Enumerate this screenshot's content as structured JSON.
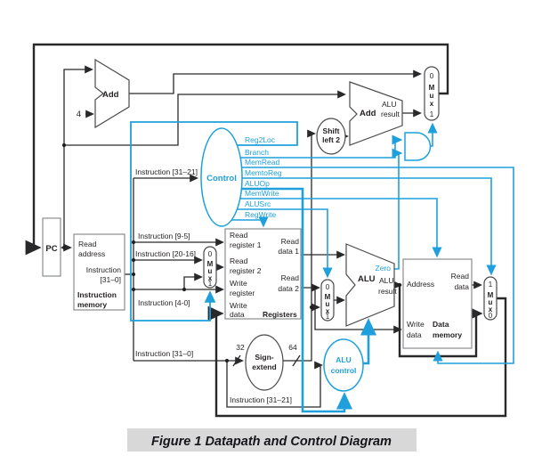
{
  "colors": {
    "signal_blue": "#1FA0DC",
    "wire_black": "#29292B",
    "box_gray": "#8A8C8E",
    "caption_bg": "#D8D8D8"
  },
  "caption": "Figure 1 Datapath and Control Diagram",
  "pc": "PC",
  "const_four": "4",
  "adders": {
    "pc4": "Add",
    "branch": "Add",
    "branch_out_1": "ALU",
    "branch_out_2": "result"
  },
  "shift_left_2": {
    "line1": "Shift",
    "line2": "left 2"
  },
  "instruction_memory": {
    "read_1": "Read",
    "read_2": "address",
    "out_1": "Instruction",
    "out_2": "[31–0]",
    "name_1": "Instruction",
    "name_2": "memory"
  },
  "control_unit": {
    "name": "Control",
    "signals": [
      "Reg2Loc",
      "Branch",
      "MemRead",
      "MemtoReg",
      "ALUOp",
      "MemWrite",
      "ALUSrc",
      "RegWrite"
    ]
  },
  "instruction_labels": {
    "to_control": "Instruction [31–21]",
    "bits_9_5": "Instruction [9-5]",
    "bits_20_16": "Instruction [20-16]",
    "bits_4_0": "Instruction [4-0]",
    "bits_31_0": "Instruction [31–0]",
    "to_alu_control": "Instruction [31–21]"
  },
  "registers": {
    "read_reg1_1": "Read",
    "read_reg1_2": "register 1",
    "read_reg2_1": "Read",
    "read_reg2_2": "register 2",
    "write_reg_1": "Write",
    "write_reg_2": "register",
    "write_data_1": "Write",
    "write_data_2": "data",
    "read_data1_1": "Read",
    "read_data1_2": "data 1",
    "read_data2_1": "Read",
    "read_data2_2": "data 2",
    "name": "Registers"
  },
  "alu": {
    "name": "ALU",
    "zero": "Zero",
    "out_1": "ALU",
    "out_2": "result"
  },
  "data_memory": {
    "address": "Address",
    "read_1": "Read",
    "read_2": "data",
    "write_1": "Write",
    "write_2": "data",
    "name_1": "Data",
    "name_2": "memory"
  },
  "sign_extend": {
    "line1": "Sign-",
    "line2": "extend",
    "in_width": "32",
    "out_width": "64"
  },
  "alu_control": {
    "line1": "ALU",
    "line2": "control"
  },
  "muxes": {
    "pc_src": [
      "0",
      "M",
      "u",
      "x",
      "1"
    ],
    "reg2": [
      "0",
      "M",
      "u",
      "x",
      "1"
    ],
    "alu_src": [
      "0",
      "M",
      "u",
      "x",
      "1"
    ],
    "writeback": [
      "1",
      "M",
      "u",
      "x",
      "0"
    ]
  }
}
